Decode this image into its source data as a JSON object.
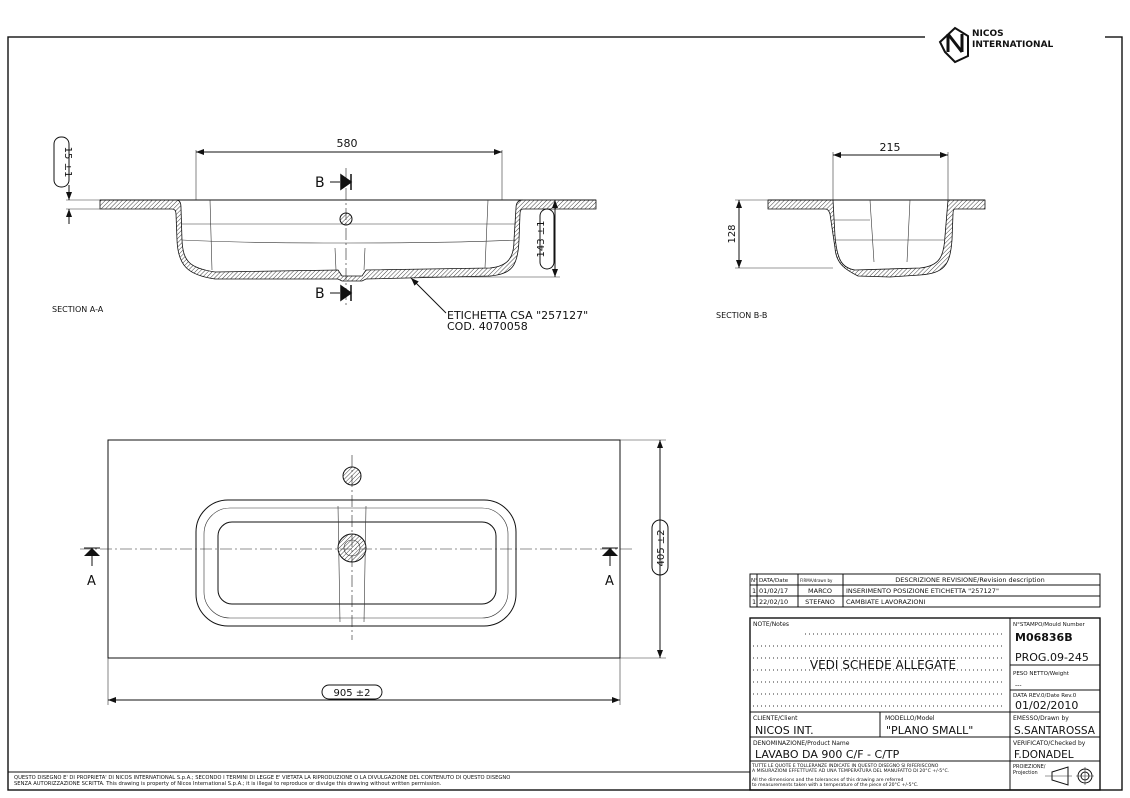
{
  "logo": {
    "line1": "NICOS",
    "line2": "INTERNATIONAL"
  },
  "section_aa": {
    "label": "SECTION A-A",
    "dim_width": "580",
    "dim_flange": "15 ±1",
    "dim_depth": "143 ±1",
    "cut_marker": "B",
    "label_note_line1": "ETICHETTA CSA \"257127\"",
    "label_note_line2": "COD. 4070058"
  },
  "section_bb": {
    "label": "SECTION B-B",
    "dim_width": "215",
    "dim_depth": "128"
  },
  "plan_view": {
    "dim_length": "905 ±2",
    "dim_depth": "405 ±2",
    "cut_marker": "A"
  },
  "revisions": {
    "headers": [
      "N°",
      "DATA/Date",
      "FIRMA/drawn by",
      "DESCRIZIONE REVISIONE/Revision description"
    ],
    "rows": [
      [
        "1",
        "01/02/17",
        "MARCO",
        "INSERIMENTO POSIZIONE ETICHETTA \"257127\""
      ],
      [
        "1",
        "22/02/10",
        "STEFANO",
        "CAMBIATE LAVORAZIONI"
      ]
    ]
  },
  "title_block": {
    "notes_label": "NOTE/Notes",
    "notes_text": "VEDI SCHEDE ALLEGATE",
    "mould_label": "N°STAMPO/Mould Number",
    "mould_number": "M06836B",
    "prog": "PROG.09-245",
    "weight_label": "PESO NETTO/Weight",
    "weight_value": "---",
    "date_label": "DATA REV.0/Date Rev.0",
    "date_value": "01/02/2010",
    "client_label": "CLIENTE/Client",
    "client_value": "NICOS INT.",
    "model_label": "MODELLO/Model",
    "model_value": "\"PLANO SMALL\"",
    "drawn_label": "EMESSO/Drawn by",
    "drawn_value": "S.SANTAROSSA",
    "product_label": "DENOMINAZIONE/Product Name",
    "product_value": "LAVABO DA 900 C/F - C/TP",
    "checked_label": "VERIFICATO/Checked by",
    "checked_value": "F.DONADEL",
    "tolerance_it_1": "TUTTE LE QUOTE E TOLLERANZE INDICATE IN QUESTO DISEGNO SI RIFERISCONO",
    "tolerance_it_2": "A MISURAZIONI EFFETTUATE AD UNA TEMPERATURA DEL MANUFATTO DI 20°C +/-5°C.",
    "tolerance_en_1": "All the dimensions and the tolerances of this drawing are referred",
    "tolerance_en_2": "to measurements taken with a temperature of the piece of 20°C +/-5°C.",
    "projection_label_1": "PROIEZIONE/",
    "projection_label_2": "Projection"
  },
  "footer": {
    "line1": "QUESTO DISEGNO E' DI PROPRIETA' DI NICOS INTERNATIONAL S.p.A.; SECONDO I TERMINI DI LEGGE E' VIETATA LA RIPRODUZIONE O LA DIVULGAZIONE DEL CONTENUTO DI QUESTO DISEGNO",
    "line2": "SENZA AUTORIZZAZIONE SCRITTA. This drawing is property of Nicos International S.p.A.; it is illegal to reproduce or divulge this drawing without written permission."
  }
}
